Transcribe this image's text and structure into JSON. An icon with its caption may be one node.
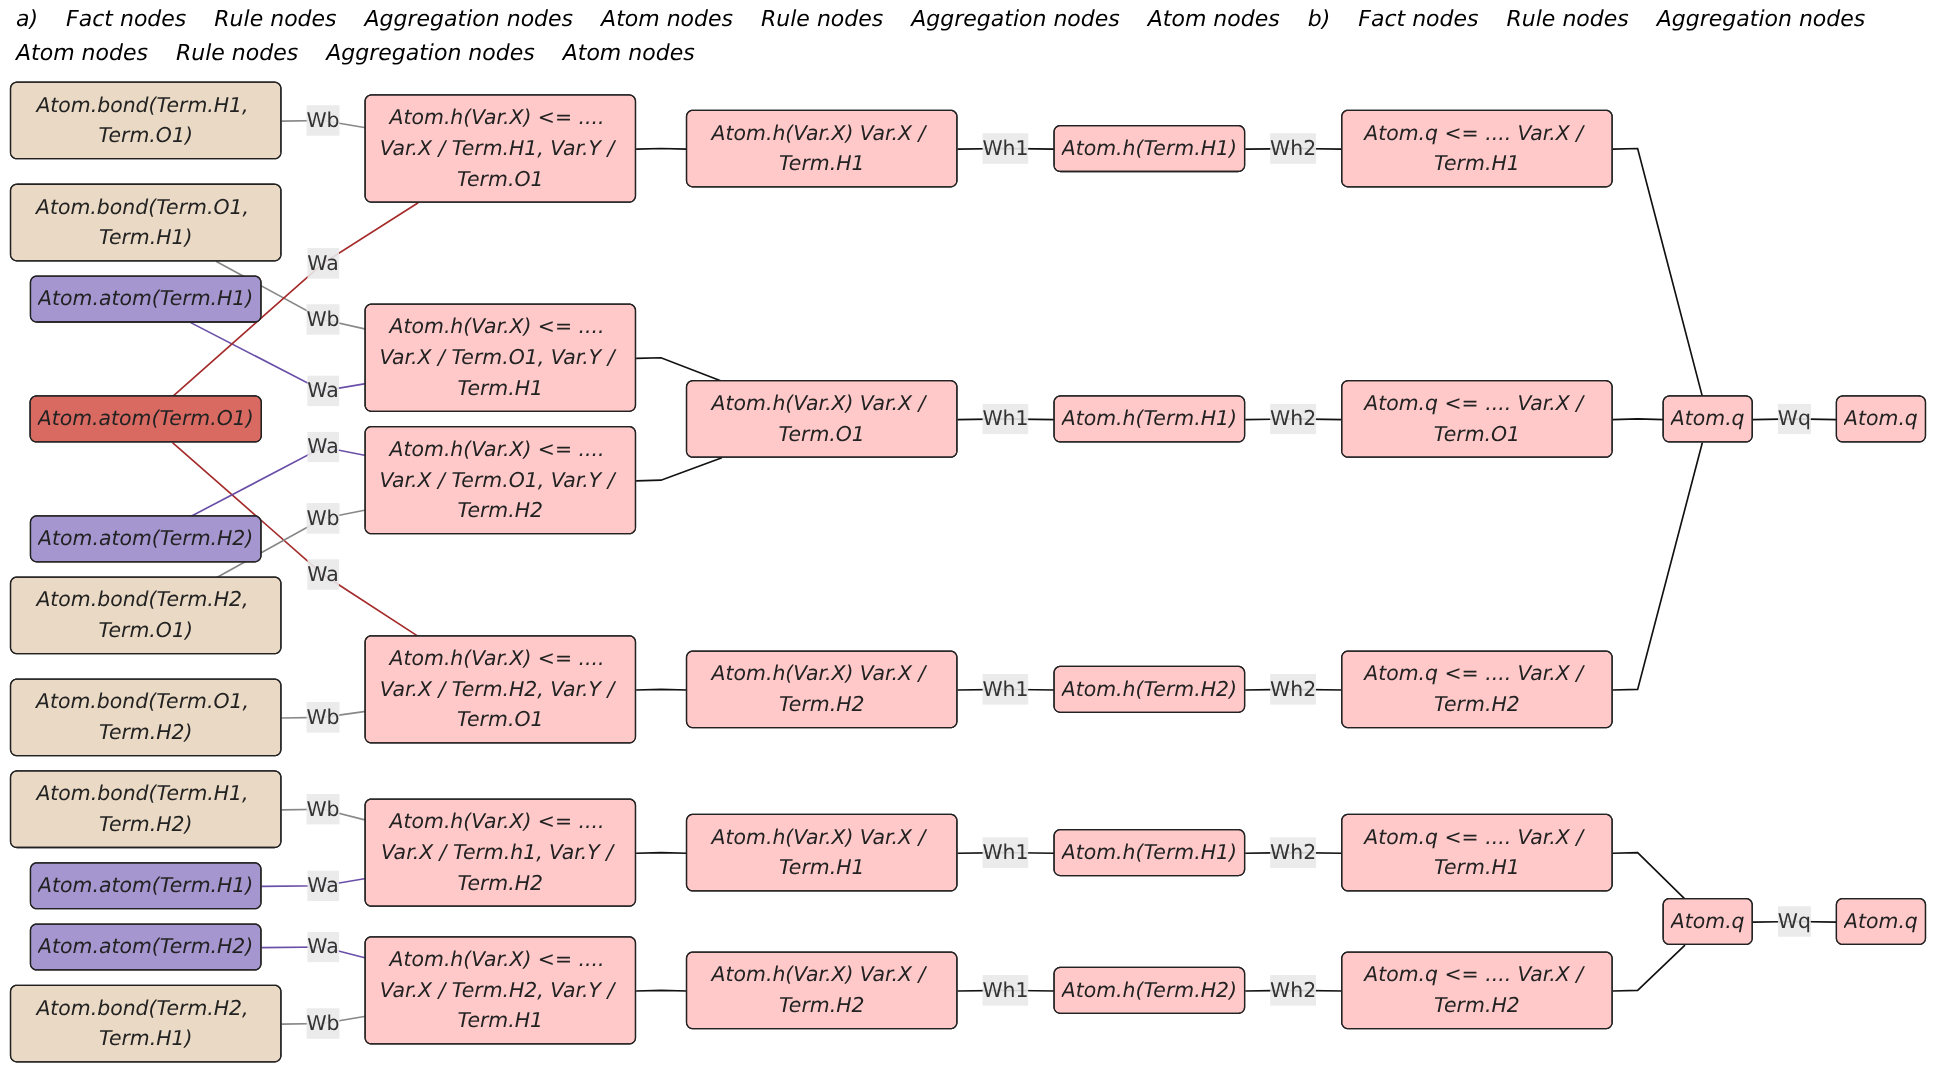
{
  "diagram": {
    "nodes": [
      {
        "text": [
          "Atom.bond(Term.H1, Term.O1)"
        ]
      },
      {
        "text": [
          "Atom.bond(Term.O1, Term.H1)"
        ]
      },
      {
        "text": [
          "Atom.atom(Term.H1)"
        ]
      },
      {
        "text": [
          "Atom.atom(Term.O1)"
        ]
      },
      {
        "text": [
          "Atom.atom(Term.H2)"
        ]
      },
      {
        "text": [
          "Atom.bond(Term.H2, Term.O1)"
        ]
      },
      {
        "text": [
          "Atom.bond(Term.O1, Term.H2)"
        ]
      },
      {
        "text": [
          "Atom.h(Var.X) <= .... Var.X / Term.H1, Var.Y / Term.O1"
        ]
      },
      {
        "text": [
          "Atom.h(Var.X) <= .... Var.X / Term.O1, Var.Y / Term.H1"
        ]
      },
      {
        "text": [
          "Atom.h(Var.X) <= .... Var.X / Term.O1, Var.Y / Term.H2"
        ]
      },
      {
        "text": [
          "Atom.h(Var.X) <= .... Var.X / Term.H2, Var.Y / Term.O1"
        ]
      },
      {
        "text": [
          "Atom.h(Var.X) Var.X / Term.H1"
        ]
      },
      {
        "text": [
          "Atom.h(Var.X) Var.X / Term.O1"
        ]
      },
      {
        "text": [
          "Atom.h(Var.X) Var.X / Term.H2"
        ]
      },
      {
        "text": [
          "Atom.h(Term.H1)"
        ]
      },
      {
        "text": [
          "Atom.h(Term.H1)"
        ]
      },
      {
        "text": [
          "Atom.h(Term.H2)"
        ]
      },
      {
        "text": [
          "Atom.q <= .... Var.X / Term.H1"
        ]
      },
      {
        "text": [
          "Atom.q <= .... Var.X / Term.O1"
        ]
      },
      {
        "text": [
          "Atom.q <= .... Var.X / Term.H2"
        ]
      },
      {
        "text": [
          "Atom.q"
        ]
      },
      {
        "text": [
          "Atom.q"
        ]
      },
      {
        "text": [
          "Atom.bond(Term.H1, Term.H2)"
        ]
      },
      {
        "text": [
          "Atom.atom(Term.H1)"
        ]
      },
      {
        "text": [
          "Atom.atom(Term.H2)"
        ]
      },
      {
        "text": [
          "Atom.bond(Term.H2, Term.H1)"
        ]
      },
      {
        "text": [
          "Atom.h(Var.X) <= .... Var.X / Term.h1, Var.Y / Term.H2"
        ]
      },
      {
        "text": [
          "Atom.h(Var.X) <= .... Var.X / Term.H2, Var.Y / Term.H1"
        ]
      },
      {
        "text": [
          "Atom.h(Var.X) Var.X / Term.H1"
        ]
      },
      {
        "text": [
          "Atom.h(Var.X) Var.X / Term.H2"
        ]
      },
      {
        "text": [
          "Atom.h(Term.H1)"
        ]
      },
      {
        "text": [
          "Atom.h(Term.H2)"
        ]
      },
      {
        "text": [
          "Atom.q <= .... Var.X / Term.H1"
        ]
      },
      {
        "text": [
          "Atom.q <= .... Var.X / Term.H2"
        ]
      },
      {
        "text": [
          "Atom.q"
        ]
      },
      {
        "text": [
          "Atom.q"
        ]
      }
    ],
    "edges": [
      {
        "from": 0,
        "to": 7,
        "arrow": "none",
        "label": "Wb",
        "color": "#888888"
      },
      {
        "from": 1,
        "to": 8,
        "arrow": "none",
        "label": "Wb",
        "color": "#888888"
      },
      {
        "from": 2,
        "to": 8,
        "arrow": "none",
        "label": "Wa",
        "color": "#6a4fa8"
      },
      {
        "from": 3,
        "to": 7,
        "arrow": "none",
        "label": "Wa",
        "color": "#a52a2a"
      },
      {
        "from": 3,
        "to": 10,
        "arrow": "none",
        "label": "Wa",
        "color": "#a52a2a"
      },
      {
        "from": 4,
        "to": 9,
        "arrow": "none",
        "label": "Wa",
        "color": "#6a4fa8"
      },
      {
        "from": 5,
        "to": 9,
        "arrow": "none",
        "label": "Wb",
        "color": "#888888"
      },
      {
        "from": 6,
        "to": 10,
        "arrow": "none",
        "label": "Wb",
        "color": "#888888"
      },
      {
        "from": 7,
        "to": 11,
        "arrow": "none"
      },
      {
        "from": 8,
        "to": 12,
        "arrow": "none"
      },
      {
        "from": 9,
        "to": 12,
        "arrow": "none"
      },
      {
        "from": 10,
        "to": 13,
        "arrow": "none"
      },
      {
        "from": 11,
        "to": 14,
        "arrow": "none",
        "label": "Wh1"
      },
      {
        "from": 12,
        "to": 15,
        "arrow": "none",
        "label": "Wh1"
      },
      {
        "from": 13,
        "to": 16,
        "arrow": "none",
        "label": "Wh1"
      },
      {
        "from": 14,
        "to": 17,
        "arrow": "none",
        "label": "Wh2"
      },
      {
        "from": 15,
        "to": 18,
        "arrow": "none",
        "label": "Wh2"
      },
      {
        "from": 16,
        "to": 19,
        "arrow": "none",
        "label": "Wh2"
      },
      {
        "from": 17,
        "to": 20,
        "arrow": "none"
      },
      {
        "from": 18,
        "to": 20,
        "arrow": "none"
      },
      {
        "from": 19,
        "to": 20,
        "arrow": "none"
      },
      {
        "from": 20,
        "to": 21,
        "arrow": "none",
        "label": "Wq"
      },
      {
        "from": 22,
        "to": 26,
        "arrow": "none",
        "label": "Wb",
        "color": "#888888"
      },
      {
        "from": 23,
        "to": 26,
        "arrow": "none",
        "label": "Wa",
        "color": "#6a4fa8"
      },
      {
        "from": 24,
        "to": 27,
        "arrow": "none",
        "label": "Wa",
        "color": "#6a4fa8"
      },
      {
        "from": 25,
        "to": 27,
        "arrow": "none",
        "label": "Wb",
        "color": "#888888"
      },
      {
        "from": 26,
        "to": 28,
        "arrow": "none"
      },
      {
        "from": 27,
        "to": 29,
        "arrow": "none"
      },
      {
        "from": 28,
        "to": 30,
        "arrow": "none",
        "label": "Wh1"
      },
      {
        "from": 29,
        "to": 31,
        "arrow": "none",
        "label": "Wh1"
      },
      {
        "from": 30,
        "to": 32,
        "arrow": "none",
        "label": "Wh2"
      },
      {
        "from": 31,
        "to": 33,
        "arrow": "none",
        "label": "Wh2"
      },
      {
        "from": 32,
        "to": 34,
        "arrow": "none"
      },
      {
        "from": 33,
        "to": 34,
        "arrow": "none"
      },
      {
        "from": 34,
        "to": 35,
        "arrow": "none",
        "label": "Wq"
      }
    ],
    "labels": [
      "a)",
      "Fact nodes",
      "Rule nodes",
      "Aggregation nodes",
      "Atom nodes",
      "Rule nodes",
      "Aggregation nodes",
      "Atom nodes",
      "b)",
      "Fact nodes",
      "Rule nodes",
      "Aggregation nodes",
      "Atom nodes",
      "Rule nodes",
      "Aggregation nodes",
      "Atom nodes"
    ]
  }
}
